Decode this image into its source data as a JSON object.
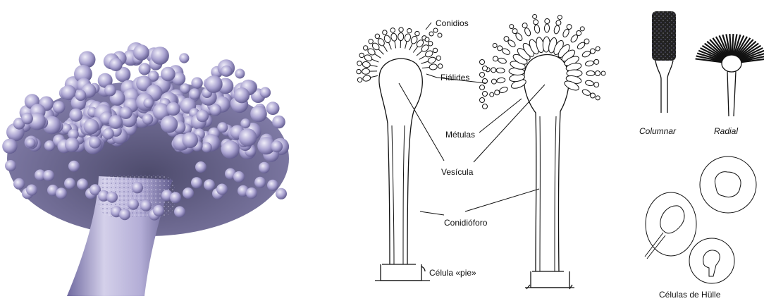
{
  "colors": {
    "photo_tint": "#9a93c4",
    "photo_dark": "#3e3a66",
    "photo_light": "#d9d6ee",
    "ink": "#111111",
    "background": "#ffffff"
  },
  "labels": {
    "conidios": "Conidios",
    "fialides": "Fiálides",
    "metulas": "Métulas",
    "vesicula": "Vesícula",
    "conidioforo": "Conidióforo",
    "celula_pie": "Célula «pie»",
    "columnar": "Columnar",
    "radial": "Radial",
    "celulas_hulle": "Células de Hülle"
  },
  "icons": {
    "photo": "sem-micrograph-conidiophore-image",
    "uniseriate": "uniseriate-conidiophore-drawing",
    "biseriate": "biseriate-conidiophore-drawing",
    "columnar": "columnar-head-icon",
    "radial": "radial-head-icon",
    "hulle": "hulle-cell-icon"
  }
}
